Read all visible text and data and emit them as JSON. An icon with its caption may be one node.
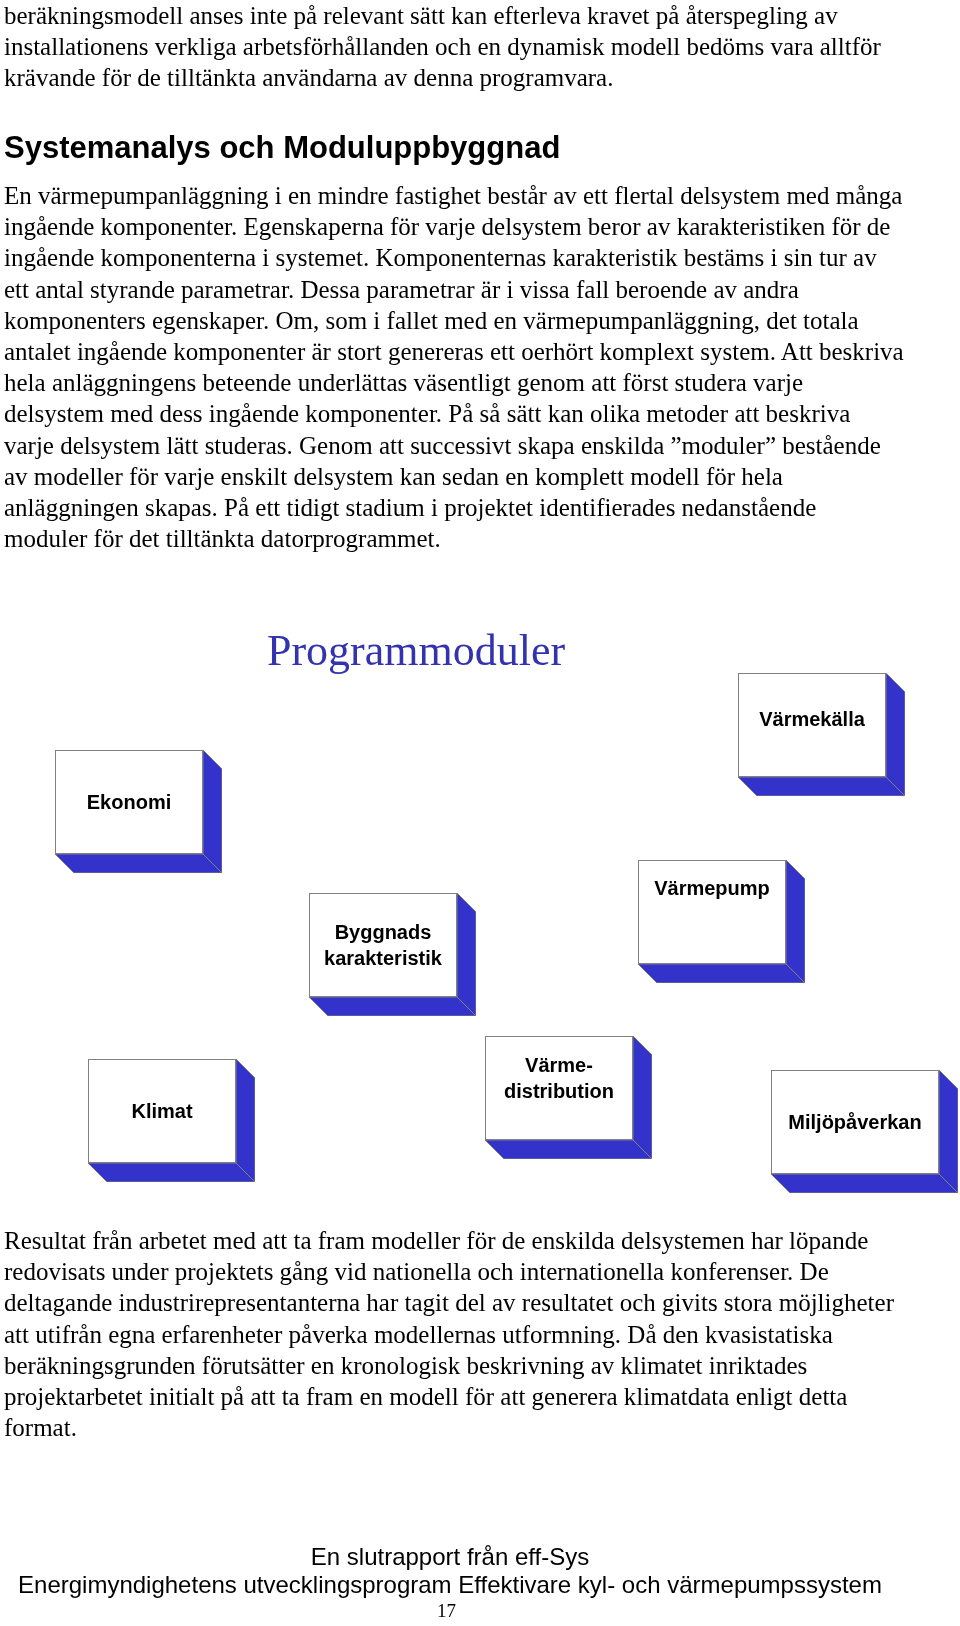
{
  "diagram": {
    "title": "Programmoduler",
    "nodes": [
      {
        "text": [
          "Värmekälla"
        ]
      },
      {
        "text": [
          "Ekonomi"
        ]
      },
      {
        "text": [
          "Värmepump"
        ]
      },
      {
        "text": [
          "Byggnads karakteristik"
        ]
      },
      {
        "text": [
          "Värme- distribution"
        ]
      },
      {
        "text": [
          "Klimat"
        ]
      },
      {
        "text": [
          "Miljöpåverkan"
        ]
      }
    ],
    "labels": [
      "beräkningsmodell anses inte på relevant sätt kan efterleva kravet på återspegling av installationens verkliga arbetsförhållanden och en dynamisk modell bedöms vara alltför krävande för de tilltänkta användarna av denna programvara.",
      "Systemanalys och Moduluppbyggnad",
      "En värmepumpanläggning i en mindre fastighet består av ett flertal delsystem med många ingående komponenter. Egenskaperna för varje delsystem beror av karakteristiken för de ingående komponenterna i systemet. Komponenternas karakteristik bestäms i sin tur av ett antal styrande parametrar. Dessa parametrar är i vissa fall beroende av andra komponenters egenskaper. Om, som i fallet med en värmepumpanläggning, det totala antalet ingående komponenter är stort genereras ett oerhört komplext system. Att beskriva hela anläggningens beteende underlättas väsentligt genom att först studera varje delsystem med dess ingående komponenter. På så sätt kan olika metoder att beskriva varje delsystem lätt studeras. Genom att successivt skapa enskilda ”moduler” bestående av modeller för varje enskilt delsystem kan sedan en komplett modell för hela anläggningen skapas. På ett tidigt stadium i projektet identifierades nedanstående moduler för det tilltänkta datorprogrammet.",
      "Resultat från arbetet med att ta fram modeller för de enskilda delsystemen har löpande redovisats under projektets gång vid nationella och internationella konferenser. De deltagande industrirepresentanterna har tagit del av resultatet och givits stora möjligheter att utifrån egna erfarenheter påverka modellernas utformning. Då den kvasistatiska beräkningsgrunden förutsätter en kronologisk beskrivning av klimatet inriktades projektarbetet initialt på att ta fram en modell för att generera klimatdata enligt detta format.",
      "En slutrapport från eff-Sys",
      "Energimyndighetens utvecklingsprogram Effektivare kyl- och värmepumpssystem",
      "17"
    ]
  }
}
